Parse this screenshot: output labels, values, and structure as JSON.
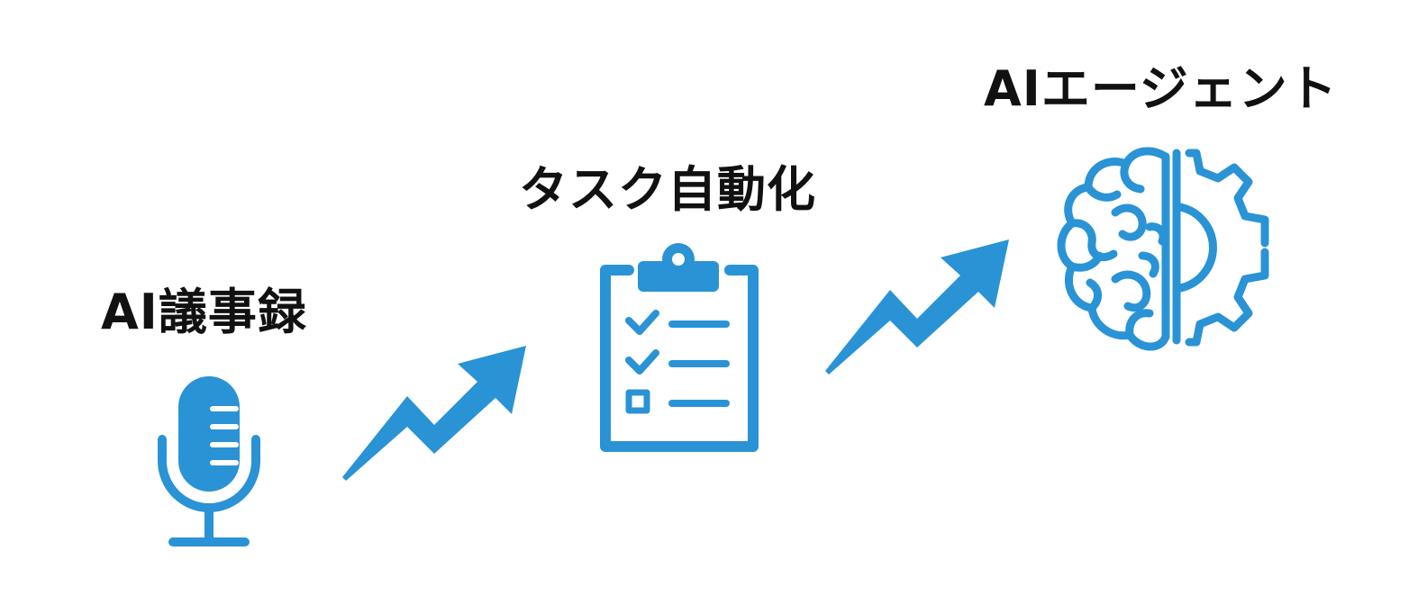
{
  "stages": [
    {
      "label": "AI議事録",
      "icon": "microphone-icon"
    },
    {
      "label": "タスク自動化",
      "icon": "clipboard-checklist-icon"
    },
    {
      "label": "AIエージェント",
      "icon": "brain-gear-icon"
    }
  ],
  "connectors": [
    {
      "icon": "trend-up-arrow-icon"
    },
    {
      "icon": "trend-up-arrow-icon"
    }
  ],
  "colors": {
    "accent": "#2a93d5",
    "text": "#111111",
    "background": "#ffffff"
  }
}
